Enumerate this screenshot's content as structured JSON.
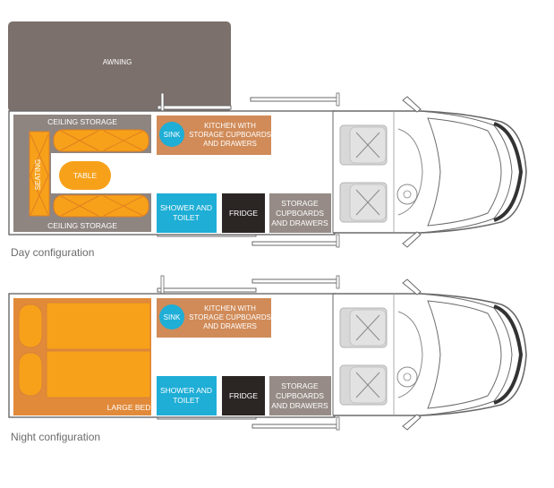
{
  "colors": {
    "awning": "#7b706b",
    "grey": "#8e8581",
    "brown": "#d08b58",
    "orange": "#f7a11a",
    "orange_dark": "#e18020",
    "bed_edge": "#d8823a",
    "cyan": "#1eaed6",
    "black": "#2b2523",
    "storage": "#968b86",
    "outline": "#5a5a5a",
    "seat": "#d8d8d8",
    "white_text": "#ffffff",
    "caption": "#6b6b6b"
  },
  "day": {
    "awning": "AWNING",
    "ceiling_top": "CEILING STORAGE",
    "ceiling_bottom": "CEILING STORAGE",
    "seating": "SEATING",
    "table": "TABLE",
    "sink": "SINK",
    "kitchen": [
      "KITCHEN WITH",
      "STORAGE CUPBOARDS",
      "AND DRAWERS"
    ],
    "shower": [
      "SHOWER AND",
      "TOILET"
    ],
    "fridge": "FRIDGE",
    "storage": [
      "STORAGE",
      "CUPBOARDS",
      "AND DRAWERS"
    ],
    "caption": "Day configuration"
  },
  "night": {
    "large_bed": "LARGE BED",
    "sink": "SINK",
    "kitchen": [
      "KITCHEN WITH",
      "STORAGE CUPBOARDS",
      "AND DRAWERS"
    ],
    "shower": [
      "SHOWER AND",
      "TOILET"
    ],
    "fridge": "FRIDGE",
    "storage": [
      "STORAGE",
      "CUPBOARDS",
      "AND DRAWERS"
    ],
    "caption": "Night configuration"
  }
}
